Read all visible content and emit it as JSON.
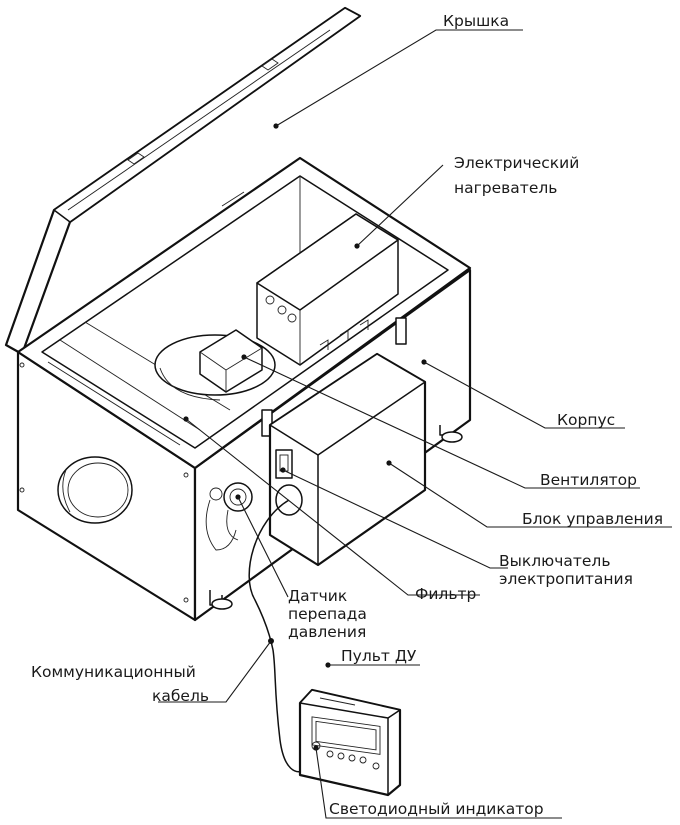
{
  "labels": {
    "lid": "Крышка",
    "heater_line1": "Электрический",
    "heater_line2": "нагреватель",
    "housing": "Корпус",
    "fan": "Вентилятор",
    "control_unit": "Блок управления",
    "switch_line1": "Выключатель",
    "switch_line2": "электропитания",
    "filter": "Фильтр",
    "sensor_line1": "Датчик",
    "sensor_line2": "перепада",
    "sensor_line3": "давления",
    "cable_line1": "Коммуникационный",
    "cable_line2": "кабель",
    "remote": "Пульт ДУ",
    "led": "Светодиодный индикатор"
  }
}
